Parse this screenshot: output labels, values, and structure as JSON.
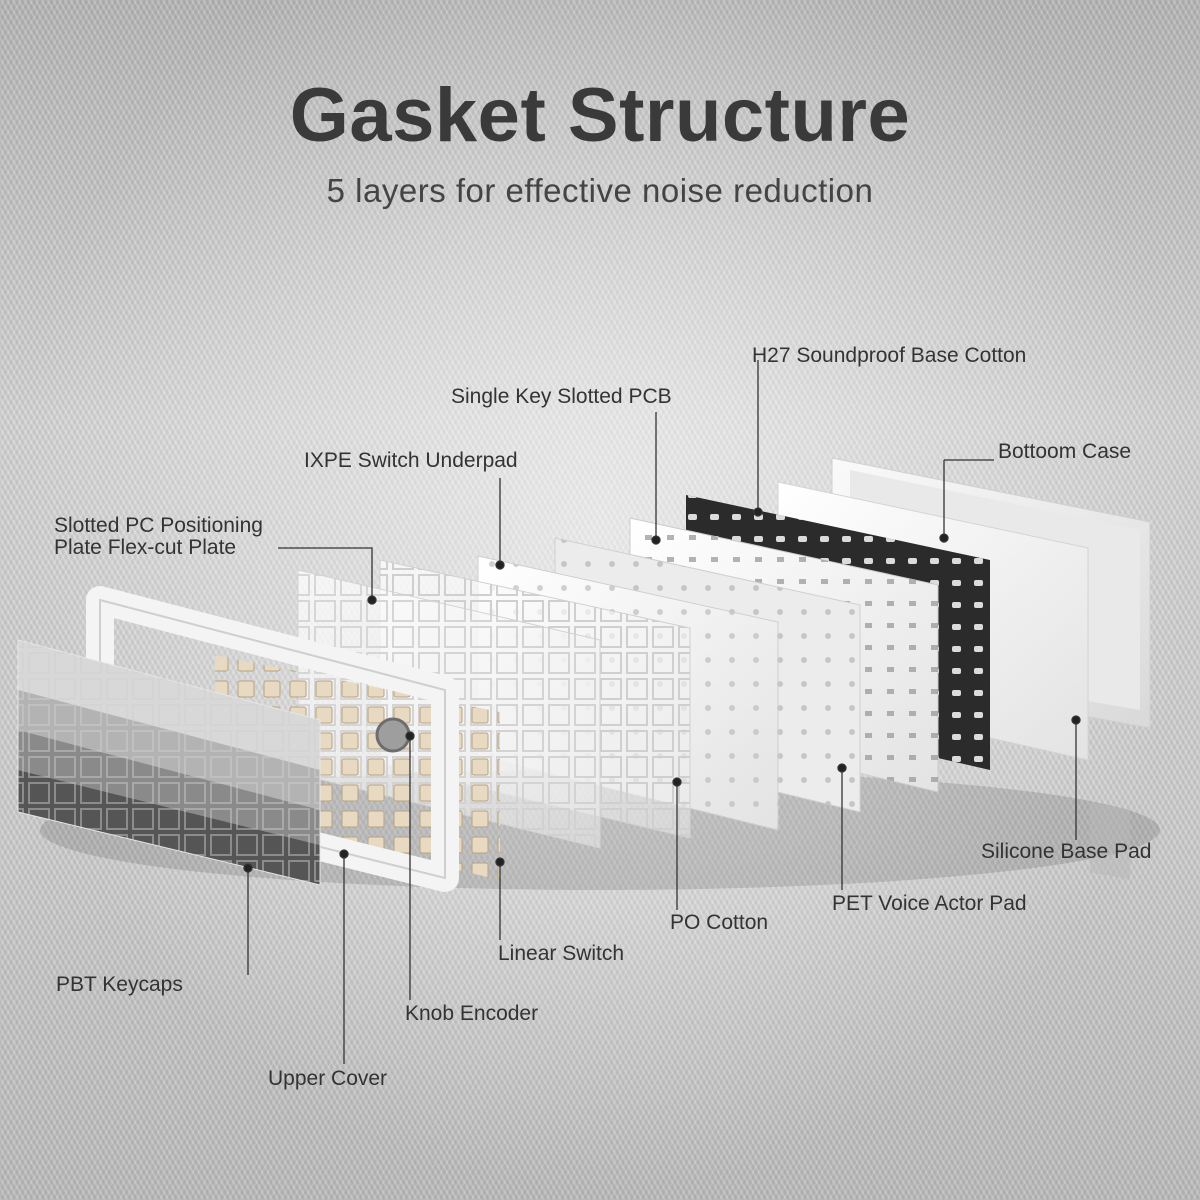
{
  "header": {
    "title": "Gasket Structure",
    "subtitle": "5 layers for effective noise reduction"
  },
  "labels": {
    "h27": "H27 Soundproof Base Cotton",
    "pcb": "Single Key Slotted PCB",
    "bottom_case": "Bottoom Case",
    "ixpe": "IXPE Switch Underpad",
    "slotted_pc_line1": "Slotted PC Positioning",
    "slotted_pc_line2": "Plate Flex-cut Plate",
    "silicone": "Silicone Base Pad",
    "pet": "PET Voice Actor Pad",
    "po_cotton": "PO Cotton",
    "linear_switch": "Linear Switch",
    "pbt": "PBT Keycaps",
    "knob": "Knob Encoder",
    "upper_cover": "Upper Cover"
  },
  "colors": {
    "text": "#333333",
    "title": "#3a3a3a",
    "leader": "#333333"
  }
}
